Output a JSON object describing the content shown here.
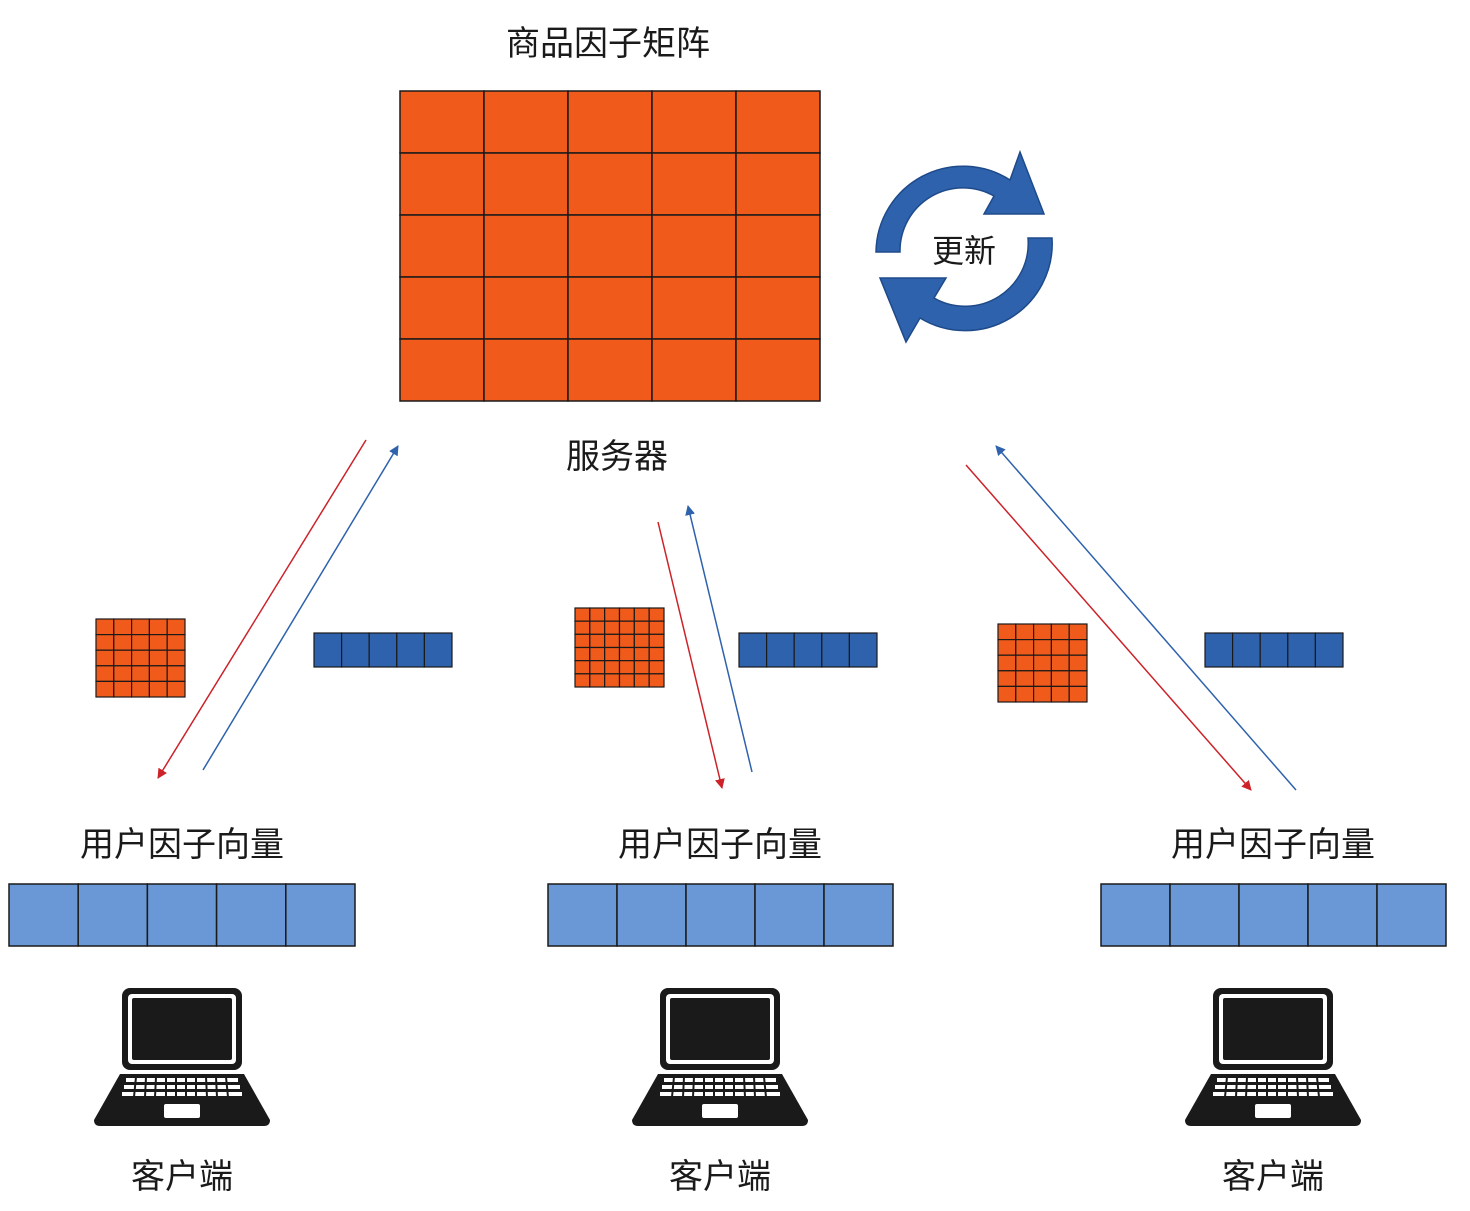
{
  "server": {
    "matrix_title": "商品因子矩阵",
    "label": "服务器",
    "update_label": "更新",
    "matrix_rows": 5,
    "matrix_cols": 5
  },
  "clients": [
    {
      "vector_label": "用户因子向量",
      "client_label": "客户端",
      "vector_length": 5,
      "mini_matrix_size": 5,
      "upload_vector_length": 5
    },
    {
      "vector_label": "用户因子向量",
      "client_label": "客户端",
      "vector_length": 5,
      "mini_matrix_size": 6,
      "upload_vector_length": 5
    },
    {
      "vector_label": "用户因子向量",
      "client_label": "客户端",
      "vector_length": 5,
      "mini_matrix_size": 5,
      "upload_vector_length": 5
    }
  ],
  "colors": {
    "item_matrix": "#f05a1a",
    "update_arrow": "#2e62ad",
    "upload_vector": "#2e62ad",
    "user_vector": "#6a98d6",
    "download_arrow": "#cc2229",
    "upload_arrow": "#2e62ad",
    "laptop": "#1a1a1a"
  },
  "icons": {
    "update": "cycle-arrows-icon",
    "client": "laptop-icon"
  }
}
